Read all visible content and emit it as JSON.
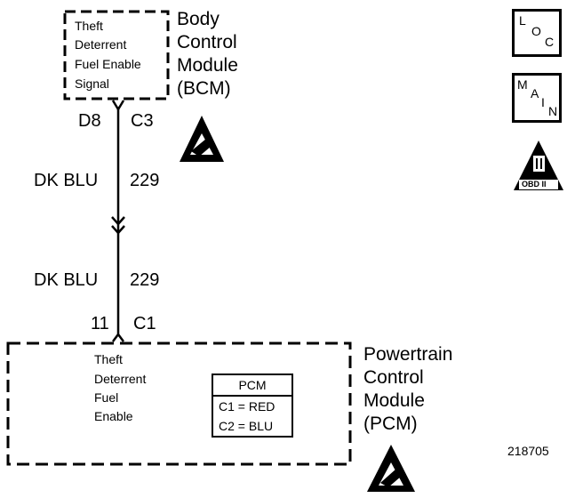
{
  "bcm": {
    "signal_lines": [
      "Theft",
      "Deterrent",
      "Fuel Enable",
      "Signal"
    ],
    "name_lines": [
      "Body",
      "Control",
      "Module",
      "(BCM)"
    ],
    "pin": "D8",
    "connector": "C3"
  },
  "wire": {
    "upper_color": "DK BLU",
    "upper_circuit": "229",
    "lower_color": "DK BLU",
    "lower_circuit": "229"
  },
  "pcm": {
    "pin": "11",
    "connector": "C1",
    "signal_lines": [
      "Theft",
      "Deterrent",
      "Fuel",
      "Enable"
    ],
    "name_lines": [
      "Powertrain",
      "Control",
      "Module",
      "(PCM)"
    ],
    "legend": {
      "title": "PCM",
      "rows": [
        "C1 = RED",
        "C2 = BLU"
      ]
    }
  },
  "side_icons": {
    "loc": [
      "L",
      "O",
      "C"
    ],
    "main": [
      "M",
      "A",
      "I",
      "N"
    ],
    "obd_label": "OBD II",
    "obd_numeral": "II"
  },
  "figure_number": "218705",
  "icons": [
    "esd-warning-icon",
    "obd-ii-icon"
  ]
}
